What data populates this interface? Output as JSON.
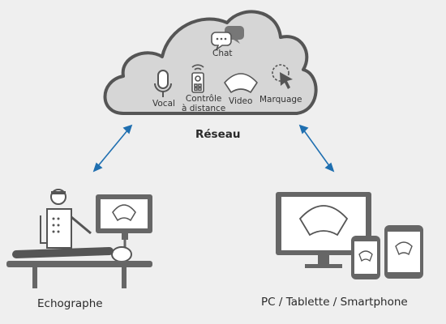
{
  "cloud": {
    "title": "Réseau",
    "features": {
      "chat": "Chat",
      "vocal": "Vocal",
      "remote_line1": "Contrôle",
      "remote_line2": "à distance",
      "video": "Video",
      "marking": "Marquage"
    }
  },
  "left_node": {
    "label": "Echographe"
  },
  "right_node": {
    "label": "PC / Tablette / Smartphone"
  },
  "colors": {
    "background": "#efefef",
    "cloud_fill": "#d6d6d6",
    "cloud_stroke": "#555555",
    "icon_gray": "#555555",
    "arrow_blue": "#1f6fb0",
    "device_dark": "#666666",
    "screen_light": "#cfcfcf"
  },
  "icons": [
    "chat-bubbles-icon",
    "microphone-icon",
    "remote-control-icon",
    "ultrasound-fan-icon",
    "cursor-marking-icon",
    "doctor-icon",
    "ultrasound-monitor-icon",
    "patient-bed-icon",
    "pc-monitor-icon",
    "tablet-icon",
    "smartphone-icon"
  ]
}
